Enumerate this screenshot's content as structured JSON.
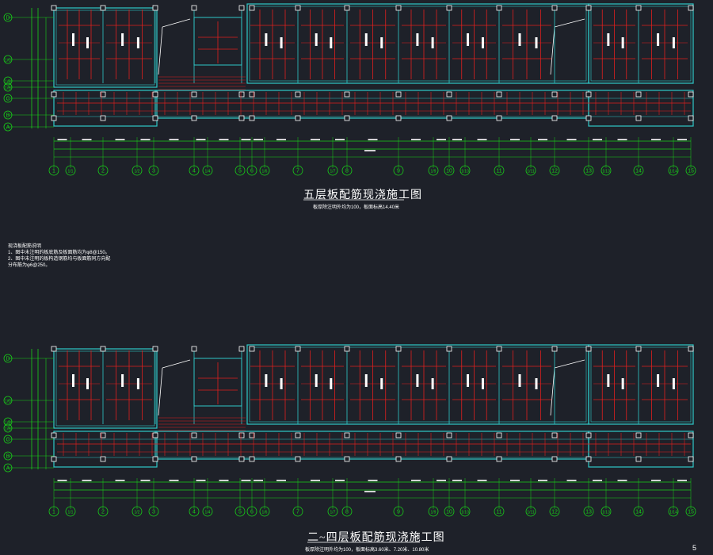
{
  "plans": [
    {
      "id": "fifth-floor",
      "title": "五层板配筋现浇施工图",
      "subtitle": "板厚除注明外均为100，板面标高14.40米"
    },
    {
      "id": "second-to-fourth-floor",
      "title": "二~四层板配筋现浇施工图",
      "subtitle": "板厚除注明外均为100，板面标高3.60米、7.20米、10.80米"
    }
  ],
  "notes": {
    "heading": "现浇板配筋说明",
    "items": [
      "1、图中未注明的板底筋及板面筋均为φ8@150。",
      "2、图中未注明的板构造钢筋均与板面筋同方向配",
      "分布筋为φ6@250。"
    ]
  },
  "axes": {
    "columns": [
      "1",
      "1/1",
      "2",
      "1/2",
      "3",
      "4",
      "1/4",
      "5",
      "6",
      "1/6",
      "7",
      "1/7",
      "8",
      "9",
      "1/9",
      "10",
      "1/10",
      "11",
      "1/11",
      "12",
      "13",
      "1/13",
      "14",
      "1/14",
      "15"
    ],
    "rows": [
      "D",
      "1/C",
      "1/B",
      "C",
      "B",
      "A"
    ]
  },
  "colors": {
    "background": "#1e2129",
    "walls": "#2ec8c8",
    "rebar": "#e0201e",
    "dimension": "#18d018",
    "text": "#ffffff"
  },
  "page_marker": "5"
}
